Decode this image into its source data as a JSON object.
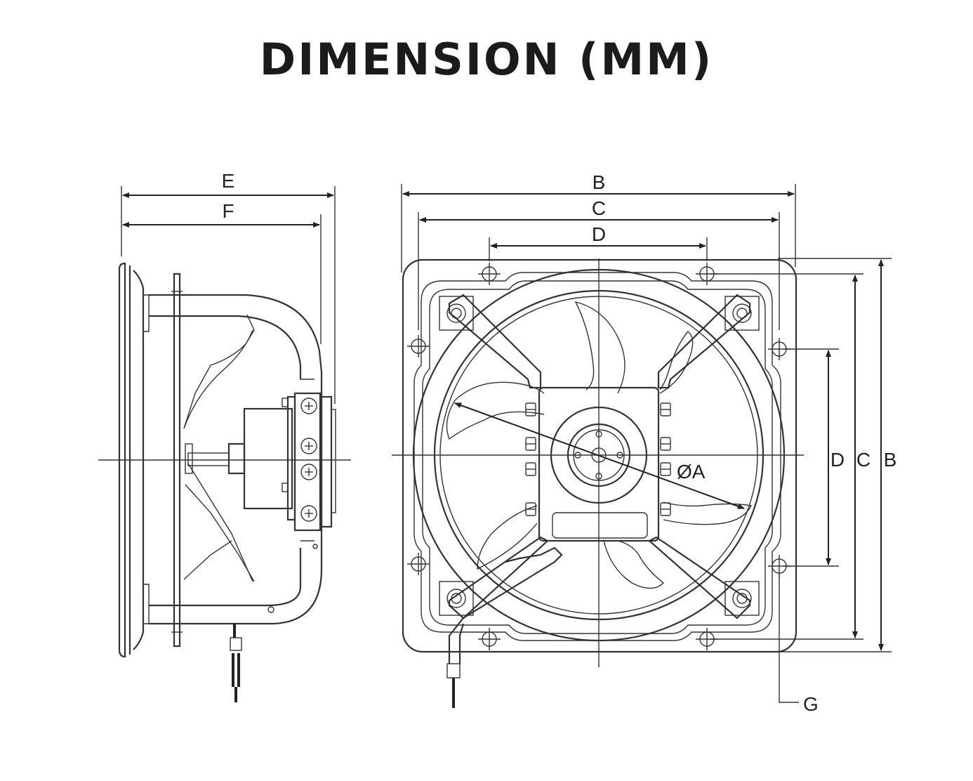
{
  "title": "DIMENSION (MM)",
  "labels": {
    "E": "E",
    "F": "F",
    "B_top": "B",
    "C_top": "C",
    "D_top": "D",
    "D_right": "D",
    "C_right": "C",
    "B_right": "B",
    "diameter": "ØA",
    "G": "G"
  }
}
